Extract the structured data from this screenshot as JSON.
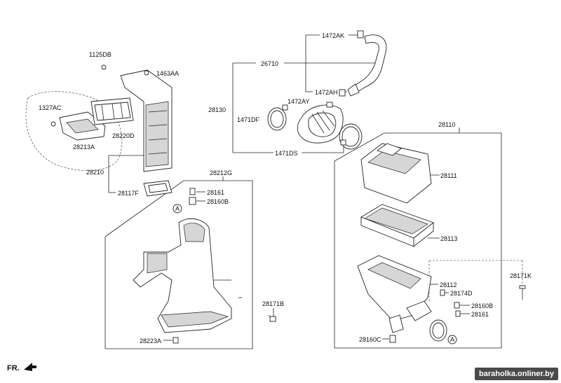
{
  "labels": {
    "p1472AK": "1472AK",
    "p26710": "26710",
    "p1125DB": "1125DB",
    "p1463AA": "1463AA",
    "p1472AH": "1472AH",
    "p28130": "28130",
    "p1472AY": "1472AY",
    "p1327AC": "1327AC",
    "p1471DF": "1471DF",
    "p28220D": "28220D",
    "p28213A": "28213A",
    "p28110": "28110",
    "p1471DS": "1471DS",
    "p28210": "28210",
    "p28111": "28111",
    "p28212G": "28212G",
    "p28117F": "28117F",
    "p28161a": "28161",
    "p28160Ba": "28160B",
    "p28113": "28113",
    "p28171K": "28171K",
    "p28112": "28112",
    "p28174D": "28174D",
    "p28171B": "28171B",
    "p28160Bb": "28160B",
    "p28161b": "28161",
    "p28160C": "28160C",
    "p28223A": "28223A",
    "refA1": "A",
    "refA2": "A"
  },
  "orientation": "FR.",
  "watermark": "baraholka.onliner.by"
}
